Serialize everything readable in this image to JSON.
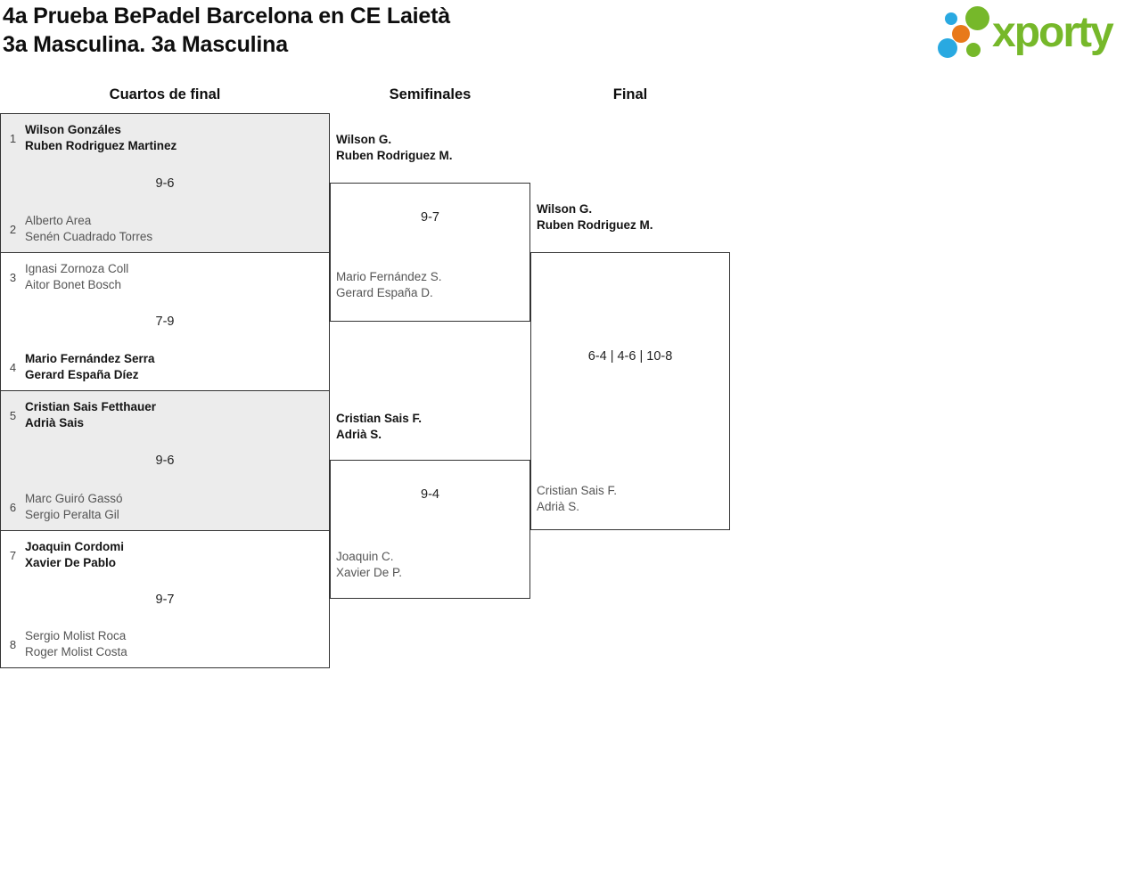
{
  "header": {
    "title_line1": "4a Prueba BePadel Barcelona en CE Laietà",
    "title_line2": "3a Masculina. 3a Masculina"
  },
  "logo": {
    "text": "xporty",
    "colors": {
      "green": "#76b82a",
      "blue": "#29a9e1",
      "orange": "#e8791a"
    }
  },
  "round_headers": {
    "quarterfinals": "Cuartos de final",
    "semifinals": "Semifinales",
    "final": "Final"
  },
  "bracket": {
    "quarterfinals": [
      {
        "seed1": "1",
        "team1": {
          "line1": "Wilson Gonzáles",
          "line2": "Ruben Rodriguez Martinez"
        },
        "score": "9-6",
        "seed2": "2",
        "team2": {
          "line1": "Alberto Area",
          "line2": "Senén Cuadrado Torres"
        },
        "winner": "team1"
      },
      {
        "seed1": "3",
        "team1": {
          "line1": "Ignasi Zornoza Coll",
          "line2": "Aitor Bonet Bosch"
        },
        "score": "7-9",
        "seed2": "4",
        "team2": {
          "line1": "Mario Fernández Serra",
          "line2": "Gerard España Díez"
        },
        "winner": "team2"
      },
      {
        "seed1": "5",
        "team1": {
          "line1": "Cristian Sais Fetthauer",
          "line2": "Adrià Sais"
        },
        "score": "9-6",
        "seed2": "6",
        "team2": {
          "line1": "Marc Guiró Gassó",
          "line2": "Sergio Peralta Gil"
        },
        "winner": "team1"
      },
      {
        "seed1": "7",
        "team1": {
          "line1": "Joaquin Cordomi",
          "line2": "Xavier De Pablo"
        },
        "score": "9-7",
        "seed2": "8",
        "team2": {
          "line1": "Sergio Molist Roca",
          "line2": "Roger Molist Costa"
        },
        "winner": "team1"
      }
    ],
    "semifinals": [
      {
        "team1": {
          "line1": "Wilson G.",
          "line2": "Ruben Rodriguez M."
        },
        "score": "9-7",
        "team2": {
          "line1": "Mario Fernández S.",
          "line2": "Gerard España D."
        },
        "winner": "team1"
      },
      {
        "team1": {
          "line1": "Cristian Sais F.",
          "line2": "Adrià S."
        },
        "score": "9-4",
        "team2": {
          "line1": "Joaquin C.",
          "line2": "Xavier De P."
        },
        "winner": "team1"
      }
    ],
    "final": {
      "team1": {
        "line1": "Wilson G.",
        "line2": "Ruben Rodriguez M."
      },
      "score": "6-4 | 4-6 | 10-8",
      "team2": {
        "line1": "Cristian Sais F.",
        "line2": "Adrià S."
      },
      "winner": "team1"
    }
  }
}
